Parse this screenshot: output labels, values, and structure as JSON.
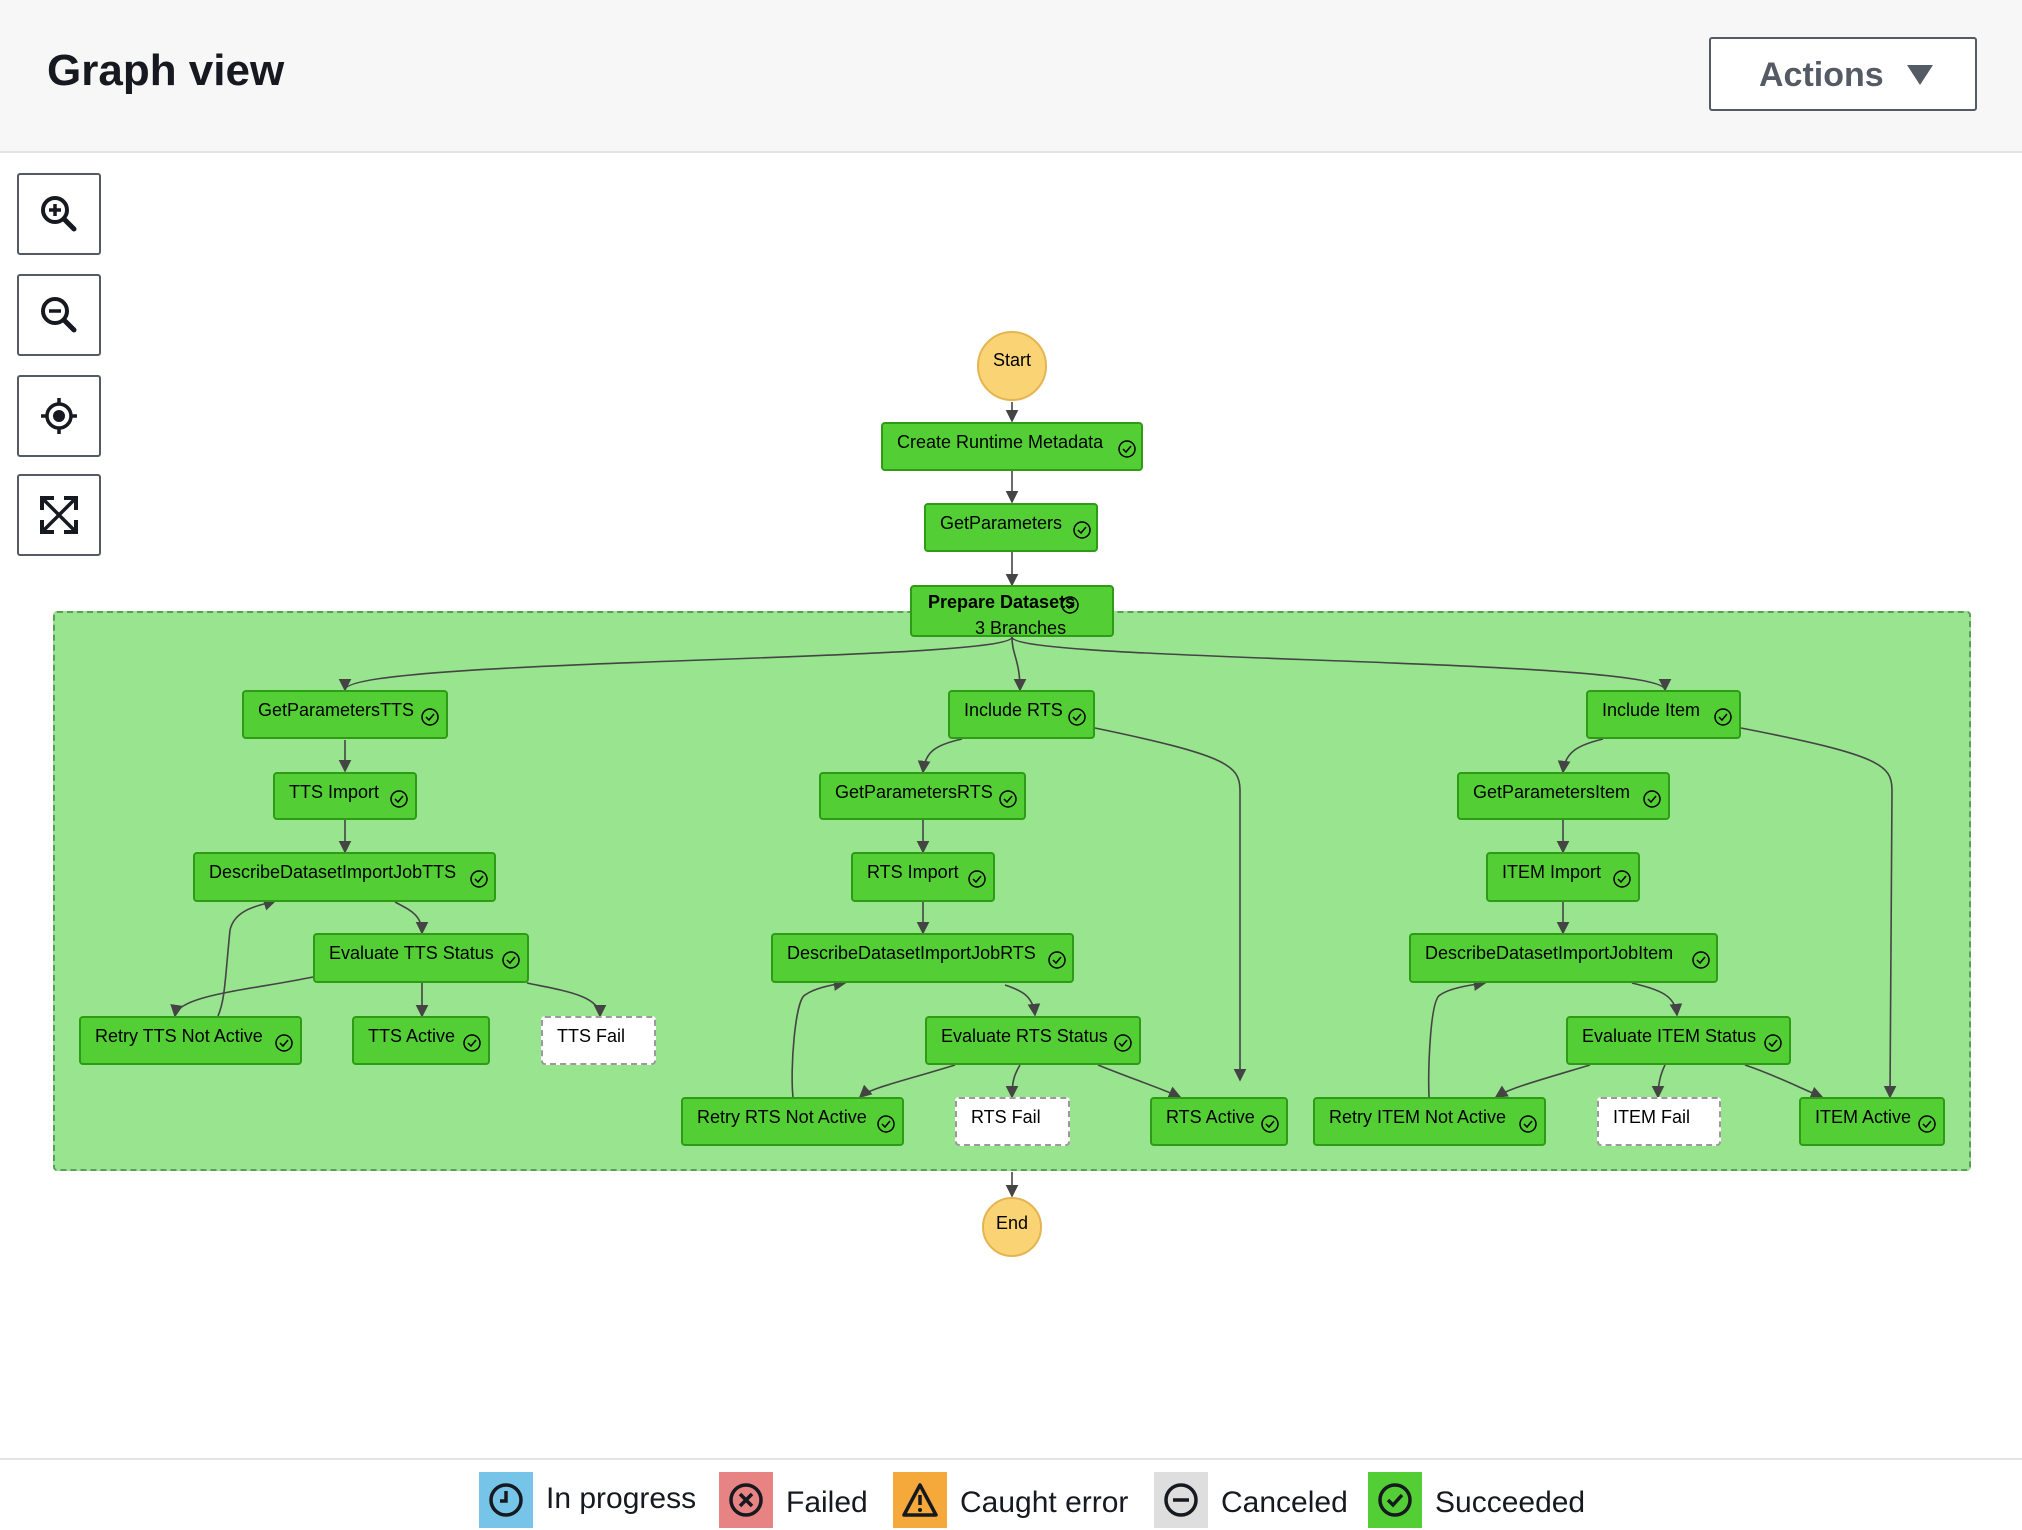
{
  "header": {
    "title": "Graph view",
    "actions_label": "Actions"
  },
  "controls": {
    "zoom_in": "zoom-in-icon",
    "zoom_out": "zoom-out-icon",
    "center": "center-icon",
    "fit": "fit-icon"
  },
  "graph": {
    "start": "Start",
    "end": "End",
    "create_runtime_metadata": "Create Runtime Metadata",
    "get_parameters": "GetParameters",
    "prepare_datasets": "Prepare Datasets",
    "prepare_branches": "3 Branches",
    "tts": {
      "get_parameters": "GetParametersTTS",
      "import": "TTS Import",
      "describe": "DescribeDatasetImportJobTTS",
      "evaluate": "Evaluate TTS Status",
      "retry": "Retry TTS Not Active",
      "active": "TTS Active",
      "fail": "TTS Fail"
    },
    "rts": {
      "include": "Include RTS",
      "get_parameters": "GetParametersRTS",
      "import": "RTS Import",
      "describe": "DescribeDatasetImportJobRTS",
      "evaluate": "Evaluate RTS Status",
      "retry": "Retry RTS Not Active",
      "fail": "RTS Fail",
      "active": "RTS Active"
    },
    "item": {
      "include": "Include Item",
      "get_parameters": "GetParametersItem",
      "import": "ITEM Import",
      "describe": "DescribeDatasetImportJobItem",
      "evaluate": "Evaluate ITEM Status",
      "retry": "Retry ITEM Not Active",
      "fail": "ITEM Fail",
      "active": "ITEM Active"
    }
  },
  "legend": {
    "in_progress": "In progress",
    "failed": "Failed",
    "caught_error": "Caught error",
    "canceled": "Canceled",
    "succeeded": "Succeeded"
  },
  "colors": {
    "succeeded": "#53cf35",
    "parallel_bg": "#98e48f",
    "start_end": "#fad474",
    "in_progress": "#76c4e8",
    "failed": "#e88383",
    "caught_error": "#f4a93a",
    "canceled": "#dedede"
  }
}
